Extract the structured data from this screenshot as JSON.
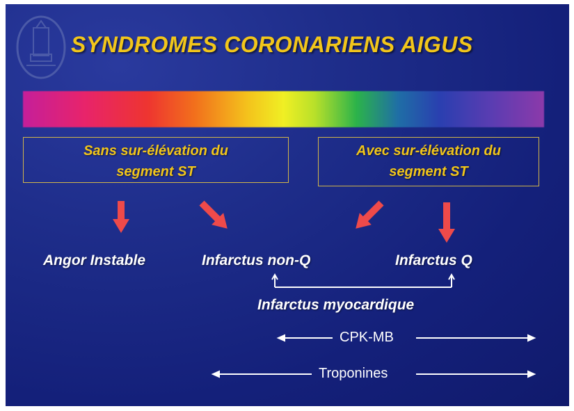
{
  "title": "SYNDROMES CORONARIENS AIGUS",
  "left_box": {
    "line1": "Sans sur-élévation du",
    "line2": "segment ST"
  },
  "right_box": {
    "line1": "Avec sur-élévation du",
    "line2": "segment ST"
  },
  "outcomes": {
    "angor": "Angor Instable",
    "non_q": "Infarctus non-Q",
    "q": "Infarctus Q"
  },
  "group_label": "Infarctus myocardique",
  "markers": {
    "cpk": "CPK-MB",
    "troponines": "Troponines"
  },
  "colors": {
    "background": "#1a2680",
    "title": "#f2c61a",
    "arrow": "#ee4a4a",
    "text": "#ffffff"
  }
}
